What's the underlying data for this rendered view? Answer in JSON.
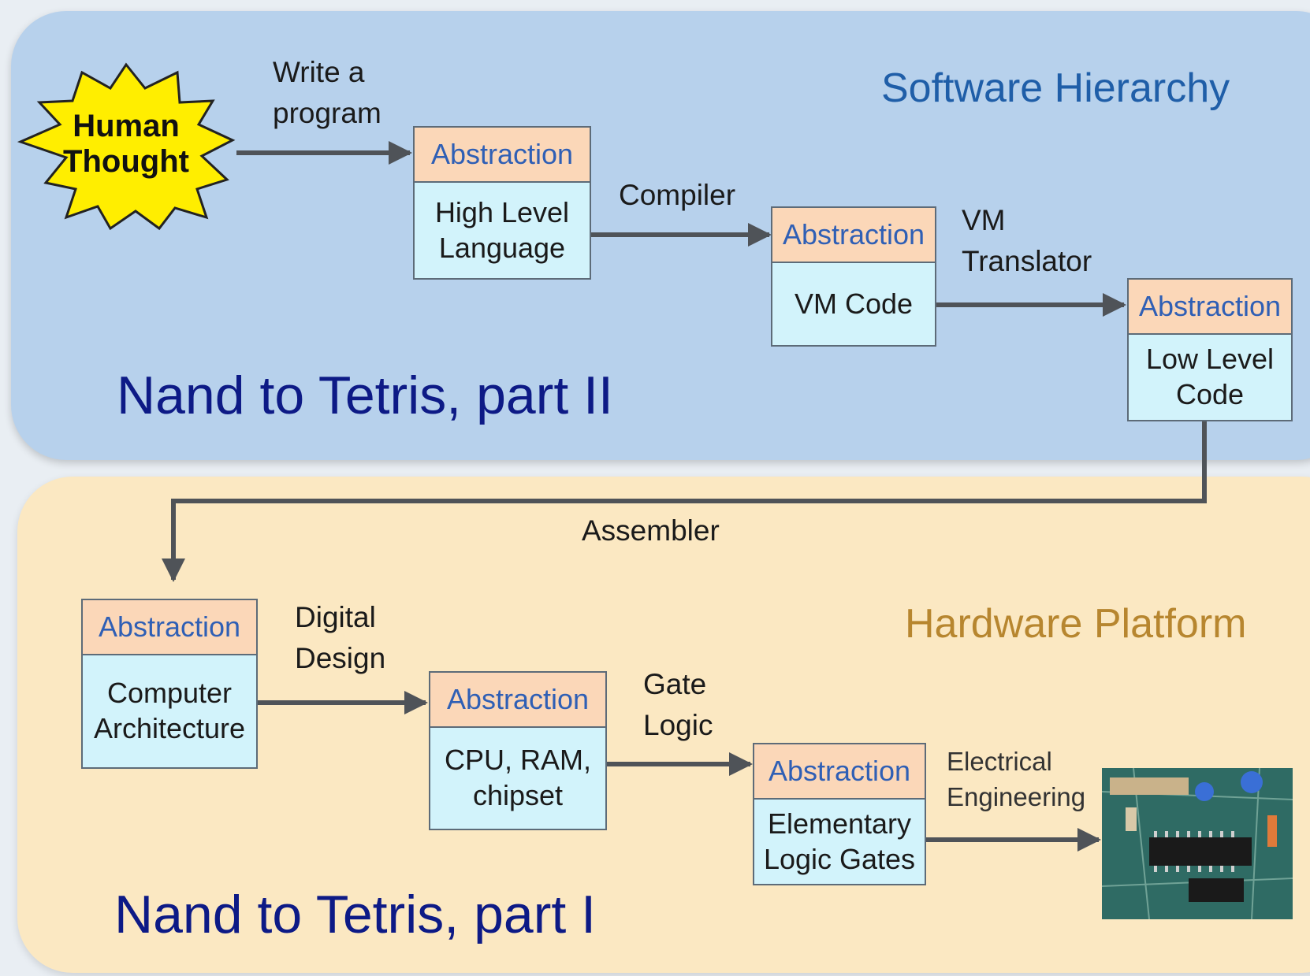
{
  "software": {
    "title": "Software Hierarchy",
    "part": "Nand to Tetris, part II"
  },
  "hardware": {
    "title": "Hardware Platform",
    "part": "Nand to Tetris, part I"
  },
  "human_thought": "Human\nThought",
  "boxes": [
    {
      "head": "Abstraction",
      "body": "High Level\nLanguage"
    },
    {
      "head": "Abstraction",
      "body": "VM Code"
    },
    {
      "head": "Abstraction",
      "body": "Low Level\nCode"
    },
    {
      "head": "Abstraction",
      "body": "Computer\nArchitecture"
    },
    {
      "head": "Abstraction",
      "body": "CPU, RAM,\nchipset"
    },
    {
      "head": "Abstraction",
      "body": "Elementary\nLogic Gates"
    }
  ],
  "arrow_labels": {
    "write_program": "Write a\nprogram",
    "compiler": "Compiler",
    "vm_translator": "VM\nTranslator",
    "assembler": "Assembler",
    "digital_design": "Digital\nDesign",
    "gate_logic": "Gate\nLogic",
    "electrical_engineering": "Electrical\nEngineering"
  },
  "colors": {
    "software_panel": "#b7d1ec",
    "hardware_panel": "#fbe8c2",
    "abstraction_head": "#fbd7b8",
    "abstraction_body": "#d2f3fb",
    "part_title": "#0d1a86",
    "software_title": "#1f5ea8",
    "hardware_title": "#b7862f",
    "arrow": "#4f5358",
    "star_fill": "#ffee00"
  },
  "icons": [
    "human-thought-starburst",
    "circuit-board-image"
  ]
}
